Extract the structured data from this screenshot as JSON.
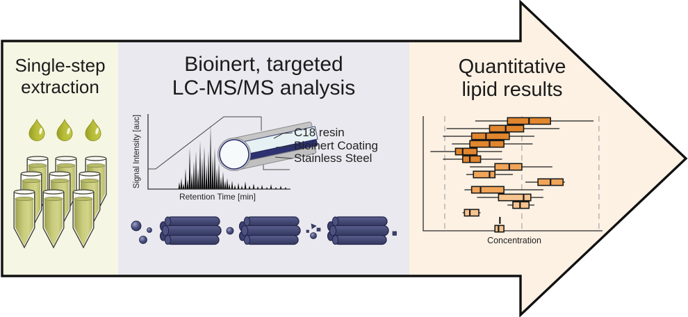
{
  "figure": {
    "kind": "graphical-abstract-workflow-arrow",
    "colors": {
      "arrow_border": "#111111",
      "extraction_bg": "#f5f6e3",
      "analysis_bg": "#e9e9ef",
      "results_bg": "#fcf1e3",
      "olive_drop": "#b9be3a",
      "tube_liquid": "#c6c979",
      "navy_particle": "#414570",
      "coating_navy": "#2c3170",
      "resin_blue": "#e6f1f4",
      "steel_gray": "#c4c4c4"
    },
    "panels": {
      "extraction": {
        "title": [
          "Single-step",
          "extraction"
        ]
      },
      "analysis": {
        "title": [
          "Bioinert, targeted",
          "LC-MS/MS analysis"
        ],
        "chromatogram": {
          "ylabel": "Signal Intensity [auc]",
          "xlabel": "Retention Time [min]"
        },
        "column_diagram": {
          "labels": [
            "C18 resin",
            "Bioinert Coating",
            "Stainless Steel"
          ]
        }
      },
      "results": {
        "title": [
          "Quantitative",
          "lipid results"
        ]
      }
    }
  },
  "chart_data": {
    "type": "boxplot",
    "title": "Quantitative lipid results",
    "xlabel": "Concentration",
    "ylabel": "",
    "orientation": "horizontal",
    "x_range": [
      0,
      100
    ],
    "gridlines_x": [
      12,
      55,
      98
    ],
    "grid_style": "dashed",
    "legend": "none",
    "palette": {
      "dark": "#e1862d",
      "mid": "#f1a559",
      "light": "#f6c48e"
    },
    "rows": [
      {
        "whisker_low": 29,
        "q1": 47,
        "median": 59,
        "q3": 71,
        "whisker_high": 95,
        "shade": "dark"
      },
      {
        "whisker_low": 13,
        "q1": 37,
        "median": 46,
        "q3": 56,
        "whisker_high": 76,
        "shade": "dark"
      },
      {
        "whisker_low": 11,
        "q1": 27,
        "median": 35,
        "q3": 48,
        "whisker_high": 62,
        "shade": "dark"
      },
      {
        "whisker_low": 16,
        "q1": 26,
        "median": 37,
        "q3": 45,
        "whisker_high": 61,
        "shade": "dark"
      },
      {
        "whisker_low": 4,
        "q1": 18,
        "median": 22,
        "q3": 30,
        "whisker_high": 44,
        "shade": "dark"
      },
      {
        "whisker_low": 11,
        "q1": 22,
        "median": 26,
        "q3": 32,
        "whisker_high": 44,
        "shade": "dark"
      },
      {
        "whisker_low": 26,
        "q1": 40,
        "median": 48,
        "q3": 55,
        "whisker_high": 72,
        "shade": "mid"
      },
      {
        "whisker_low": 24,
        "q1": 28,
        "median": 37,
        "q3": 40,
        "whisker_high": 50,
        "shade": "mid"
      },
      {
        "whisker_low": 57,
        "q1": 64,
        "median": 71,
        "q3": 78,
        "whisker_high": 79,
        "shade": "mid"
      },
      {
        "whisker_low": 23,
        "q1": 27,
        "median": 32,
        "q3": 45,
        "whisker_high": 67,
        "shade": "mid"
      },
      {
        "whisker_low": 30,
        "q1": 42,
        "median": 56,
        "q3": 60,
        "whisker_high": 67,
        "shade": "light"
      },
      {
        "whisker_low": 47,
        "q1": 50,
        "median": 54,
        "q3": 59,
        "whisker_high": 62,
        "shade": "light"
      },
      {
        "whisker_low": 22,
        "q1": 23,
        "median": 26,
        "q3": 31,
        "whisker_high": 32,
        "shade": "light"
      },
      {
        "whisker_low": 40,
        "q1": 40,
        "median": 42,
        "q3": 45,
        "whisker_high": 45,
        "shade": "light",
        "top_tick": true
      }
    ]
  }
}
